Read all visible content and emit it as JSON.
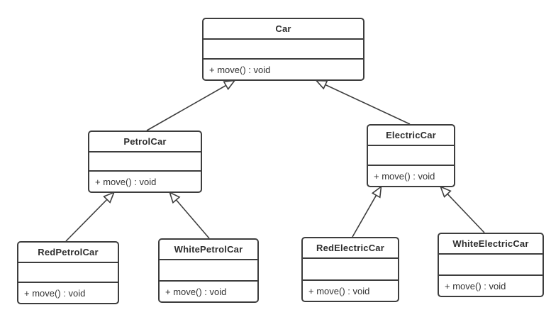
{
  "diagram": {
    "type": "uml-class-diagram",
    "background_color": "#ffffff",
    "line_color": "#3d3d3d",
    "text_color": "#333333",
    "classes": [
      {
        "name": "Car",
        "attributes": "",
        "methods": "+ move() : void"
      },
      {
        "name": "PetrolCar",
        "attributes": "",
        "methods": "+ move() : void"
      },
      {
        "name": "ElectricCar",
        "attributes": "",
        "methods": "+ move() : void"
      },
      {
        "name": "RedPetrolCar",
        "attributes": "",
        "methods": "+ move() : void"
      },
      {
        "name": "WhitePetrolCar",
        "attributes": "",
        "methods": "+ move() : void"
      },
      {
        "name": "RedElectricCar",
        "attributes": "",
        "methods": "+ move() : void"
      },
      {
        "name": "WhiteElectricCar",
        "attributes": "",
        "methods": "+ move() : void"
      }
    ],
    "relationships": [
      {
        "from": "PetrolCar",
        "to": "Car",
        "type": "generalization"
      },
      {
        "from": "ElectricCar",
        "to": "Car",
        "type": "generalization"
      },
      {
        "from": "RedPetrolCar",
        "to": "PetrolCar",
        "type": "generalization"
      },
      {
        "from": "WhitePetrolCar",
        "to": "PetrolCar",
        "type": "generalization"
      },
      {
        "from": "RedElectricCar",
        "to": "ElectricCar",
        "type": "generalization"
      },
      {
        "from": "WhiteElectricCar",
        "to": "ElectricCar",
        "type": "generalization"
      }
    ]
  }
}
